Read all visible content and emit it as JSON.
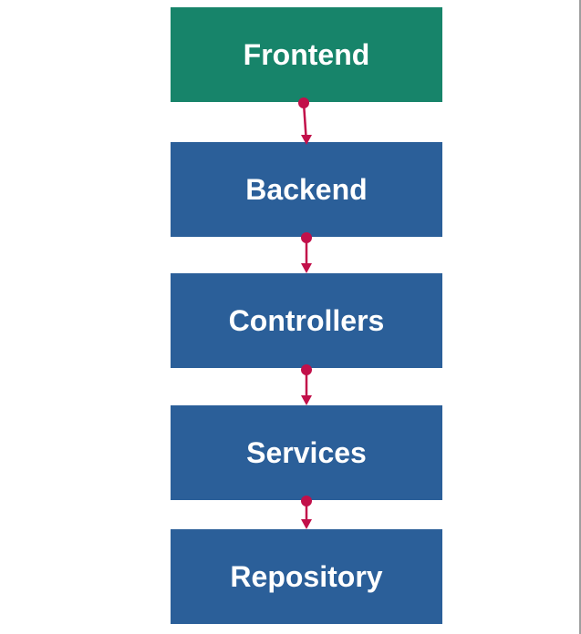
{
  "colors": {
    "frontend_fill": "#17846a",
    "layer_fill": "#2b5f99",
    "connector": "#c2104a",
    "label": "#ffffff",
    "background": "#ffffff"
  },
  "nodes": [
    {
      "id": "frontend",
      "label": "Frontend"
    },
    {
      "id": "backend",
      "label": "Backend"
    },
    {
      "id": "controllers",
      "label": "Controllers"
    },
    {
      "id": "services",
      "label": "Services"
    },
    {
      "id": "repository",
      "label": "Repository"
    }
  ],
  "edges": [
    {
      "from": "frontend",
      "to": "backend"
    },
    {
      "from": "backend",
      "to": "controllers"
    },
    {
      "from": "controllers",
      "to": "services"
    },
    {
      "from": "services",
      "to": "repository"
    }
  ]
}
